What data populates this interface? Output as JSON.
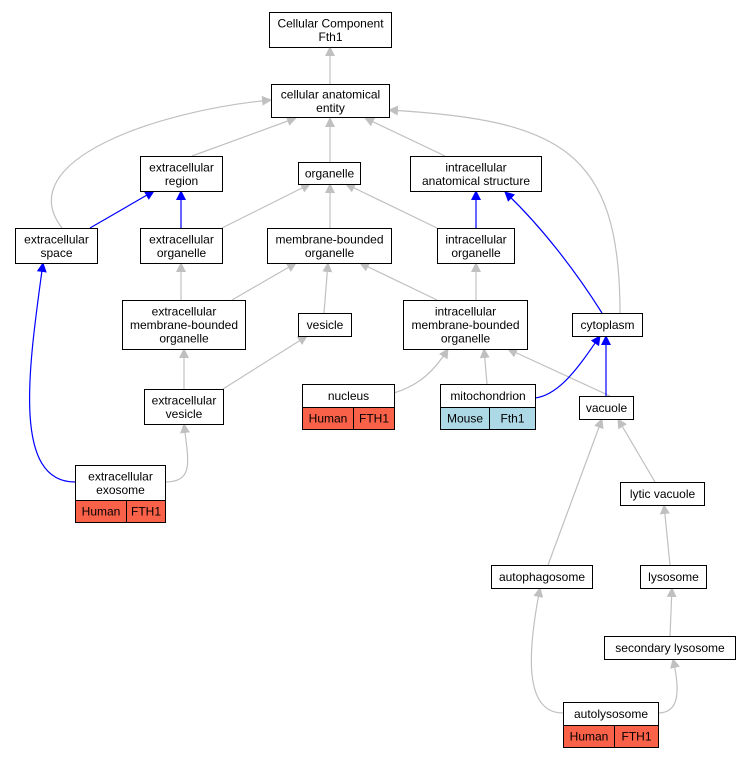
{
  "colors": {
    "gray_edge": "#c0c0c0",
    "blue_edge": "#0000ff",
    "human_tag": "#fa6149",
    "mouse_tag": "#add8e6"
  },
  "nodes": {
    "cc": {
      "lines": [
        "Cellular Component",
        "Fth1"
      ]
    },
    "cae": {
      "lines": [
        "cellular anatomical",
        "entity"
      ]
    },
    "er": {
      "lines": [
        "extracellular",
        "region"
      ]
    },
    "org": {
      "lines": [
        "organelle"
      ]
    },
    "ias": {
      "lines": [
        "intracellular",
        "anatomical structure"
      ]
    },
    "es": {
      "lines": [
        "extracellular",
        "space"
      ]
    },
    "eo": {
      "lines": [
        "extracellular",
        "organelle"
      ]
    },
    "mbo": {
      "lines": [
        "membrane-bounded",
        "organelle"
      ]
    },
    "io": {
      "lines": [
        "intracellular",
        "organelle"
      ]
    },
    "embo": {
      "lines": [
        "extracellular",
        "membrane-bounded",
        "organelle"
      ]
    },
    "ves": {
      "lines": [
        "vesicle"
      ]
    },
    "imbo": {
      "lines": [
        "intracellular",
        "membrane-bounded",
        "organelle"
      ]
    },
    "cyto": {
      "lines": [
        "cytoplasm"
      ]
    },
    "ev": {
      "lines": [
        "extracellular",
        "vesicle"
      ]
    },
    "nuc": {
      "lines": [
        "nucleus"
      ]
    },
    "mito": {
      "lines": [
        "mitochondrion"
      ]
    },
    "vac": {
      "lines": [
        "vacuole"
      ]
    },
    "exo": {
      "lines": [
        "extracellular",
        "exosome"
      ]
    },
    "lv": {
      "lines": [
        "lytic vacuole"
      ]
    },
    "autophago": {
      "lines": [
        "autophagosome"
      ]
    },
    "lyso": {
      "lines": [
        "lysosome"
      ]
    },
    "seclyso": {
      "lines": [
        "secondary lysosome"
      ]
    },
    "autolyso": {
      "lines": [
        "autolysosome"
      ]
    }
  },
  "annotations": {
    "nuc": {
      "species": "Human",
      "gene": "FTH1",
      "color": "human_tag"
    },
    "mito": {
      "species": "Mouse",
      "gene": "Fth1",
      "color": "mouse_tag"
    },
    "exo": {
      "species": "Human",
      "gene": "FTH1",
      "color": "human_tag"
    },
    "autolyso": {
      "species": "Human",
      "gene": "FTH1",
      "color": "human_tag"
    }
  },
  "edges": [
    {
      "from": "cae",
      "to": "cc",
      "type": "gray"
    },
    {
      "from": "er",
      "to": "cae",
      "type": "gray"
    },
    {
      "from": "org",
      "to": "cae",
      "type": "gray"
    },
    {
      "from": "ias",
      "to": "cae",
      "type": "gray"
    },
    {
      "from": "es",
      "to": "cae",
      "type": "gray"
    },
    {
      "from": "cyto",
      "to": "cae",
      "type": "gray"
    },
    {
      "from": "es",
      "to": "er",
      "type": "blue"
    },
    {
      "from": "eo",
      "to": "er",
      "type": "blue"
    },
    {
      "from": "eo",
      "to": "org",
      "type": "gray"
    },
    {
      "from": "mbo",
      "to": "org",
      "type": "gray"
    },
    {
      "from": "io",
      "to": "org",
      "type": "gray"
    },
    {
      "from": "io",
      "to": "ias",
      "type": "blue"
    },
    {
      "from": "cyto",
      "to": "ias",
      "type": "blue"
    },
    {
      "from": "embo",
      "to": "eo",
      "type": "gray"
    },
    {
      "from": "embo",
      "to": "mbo",
      "type": "gray"
    },
    {
      "from": "ves",
      "to": "mbo",
      "type": "gray"
    },
    {
      "from": "imbo",
      "to": "mbo",
      "type": "gray"
    },
    {
      "from": "imbo",
      "to": "io",
      "type": "gray"
    },
    {
      "from": "ev",
      "to": "embo",
      "type": "gray"
    },
    {
      "from": "ev",
      "to": "ves",
      "type": "gray"
    },
    {
      "from": "nuc",
      "to": "imbo",
      "type": "gray"
    },
    {
      "from": "mito",
      "to": "imbo",
      "type": "gray"
    },
    {
      "from": "vac",
      "to": "imbo",
      "type": "gray"
    },
    {
      "from": "mito",
      "to": "cyto",
      "type": "blue"
    },
    {
      "from": "vac",
      "to": "cyto",
      "type": "blue"
    },
    {
      "from": "exo",
      "to": "ev",
      "type": "gray"
    },
    {
      "from": "exo",
      "to": "es",
      "type": "blue"
    },
    {
      "from": "autophago",
      "to": "vac",
      "type": "gray"
    },
    {
      "from": "lv",
      "to": "vac",
      "type": "gray"
    },
    {
      "from": "lyso",
      "to": "lv",
      "type": "gray"
    },
    {
      "from": "seclyso",
      "to": "lyso",
      "type": "gray"
    },
    {
      "from": "autolyso",
      "to": "autophago",
      "type": "gray"
    },
    {
      "from": "autolyso",
      "to": "seclyso",
      "type": "gray"
    }
  ]
}
